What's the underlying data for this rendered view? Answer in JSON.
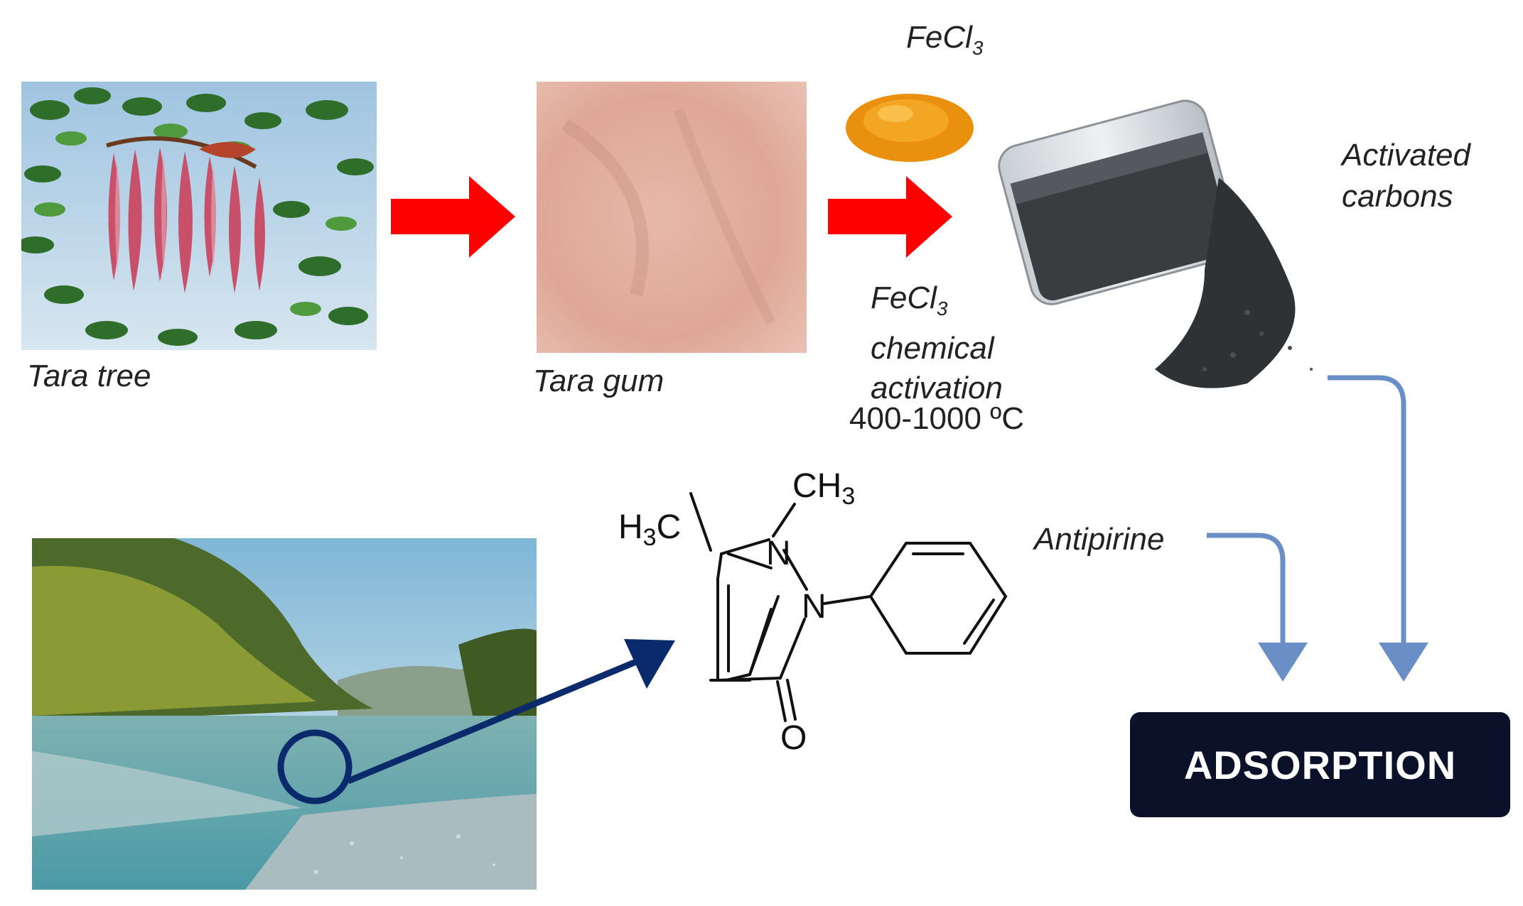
{
  "labels": {
    "tara_tree": "Tara tree",
    "tara_gum": "Tara gum",
    "fecl3_top": "FeCl",
    "fecl3_top_sub": "3",
    "activated_carbons_line1": "Activated",
    "activated_carbons_line2": "carbons",
    "activation_fecl3": "FeCl",
    "activation_fecl3_sub": "3",
    "activation_line2": "chemical",
    "activation_line3": "activation",
    "activation_temp": "400-1000 ºC",
    "antipirine": "Antipirine",
    "adsorption": "ADSORPTION"
  },
  "molecule": {
    "methyl_n": "CH",
    "methyl_n_sub": "3",
    "methyl_c_h": "H",
    "methyl_c_sub": "3",
    "methyl_c_c": "C",
    "atom_n1": "N",
    "atom_n2": "N",
    "atom_o": "O"
  },
  "colors": {
    "process_arrow": "#ff0000",
    "flow_arrow": "#6a8fc7",
    "water_arrow": "#0b2a6b",
    "adsorption_box": "#0a1128"
  }
}
